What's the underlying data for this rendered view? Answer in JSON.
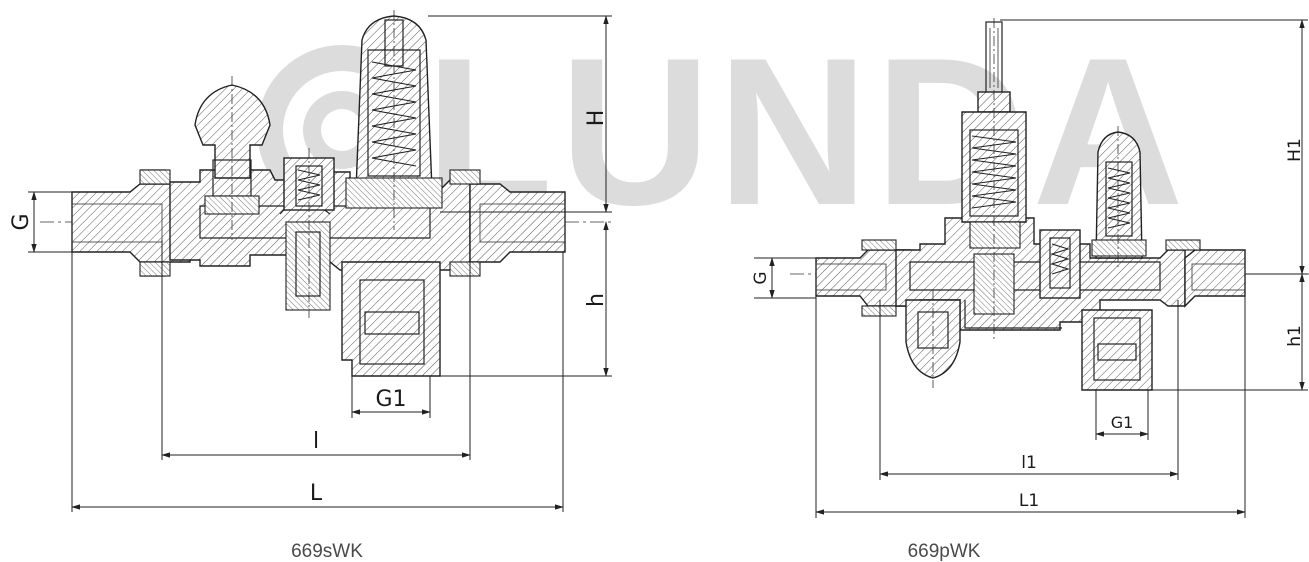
{
  "watermark": {
    "text": "LUNDA",
    "color": "#dcdcdc"
  },
  "left_drawing": {
    "caption": "669sWK",
    "dims": {
      "H": "H",
      "h": "h",
      "G": "G",
      "G1": "G1",
      "l": "l",
      "L": "L"
    }
  },
  "right_drawing": {
    "caption": "669pWK",
    "dims": {
      "H1": "H1",
      "h1": "h1",
      "G": "G",
      "G1": "G1",
      "l1": "l1",
      "L1": "L1"
    }
  }
}
